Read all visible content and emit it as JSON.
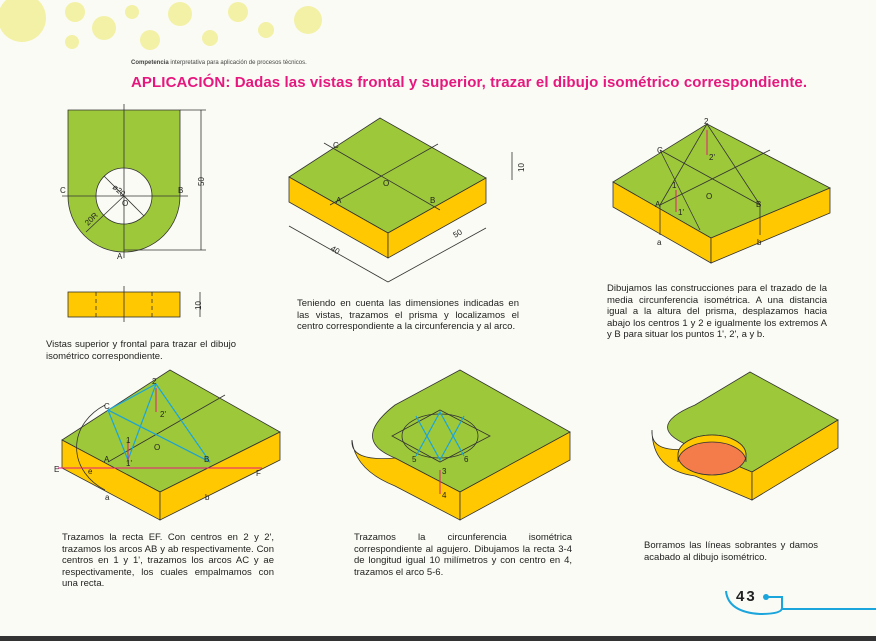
{
  "header": {
    "competencia_label": "Competencia",
    "competencia_text": "interpretativa para aplicación de procesos técnicos.",
    "title": "APLICACIÓN: Dadas las vistas frontal y superior, trazar el dibujo isométrico correspondiente."
  },
  "figures": {
    "fig1": {
      "labels": {
        "c": "C",
        "b": "B",
        "a": "A",
        "o": "O",
        "diam": "ø20",
        "radius": "20R",
        "dim_height": "50",
        "dim_front": "10"
      },
      "caption": "Vistas superior y frontal para trazar el dibujo isométrico correspondiente."
    },
    "fig2": {
      "labels": {
        "c": "C",
        "a": "A",
        "b": "B",
        "o": "O",
        "dim_40": "40",
        "dim_50": "50",
        "dim_10": "10"
      },
      "caption": "Teniendo en cuenta las dimensiones indicadas en las vistas, trazamos el prisma y localizamos el centro correspondiente a la circunferencia y al arco."
    },
    "fig3": {
      "labels": {
        "p2": "2",
        "p2p": "2'",
        "c": "C",
        "p1": "1",
        "p1p": "1'",
        "a": "A",
        "b": "B",
        "o": "O",
        "la": "a",
        "lb": "b"
      },
      "caption": "Dibujamos las construcciones para el trazado de la media circunferencia isométrica. A una distancia igual a la altura del prisma, desplazamos hacia abajo los centros 1 y 2 e igualmente los extremos A y B para situar los puntos 1', 2', a y b."
    },
    "fig4": {
      "labels": {
        "p2": "2",
        "p2p": "2'",
        "c": "C",
        "p1": "1",
        "p1p": "1'",
        "a": "A",
        "b": "B",
        "o": "O",
        "e": "E",
        "le": "e",
        "f": "F",
        "la": "a",
        "lb": "b"
      },
      "caption": "Trazamos la recta EF. Con centros en 2 y 2', trazamos los arcos AB y ab respectivamente. Con centros en 1 y 1', trazamos los arcos AC y ae respectivamente, los cuales empalmamos con una recta."
    },
    "fig5": {
      "labels": {
        "p5": "5",
        "p6": "6",
        "p3": "3",
        "p4": "4"
      },
      "caption": "Trazamos la circunferencia isométrica correspondiente al agujero. Dibujamos la recta 3-4 de longitud igual 10 milímetros y con centro en 4, trazamos el arco 5-6."
    },
    "fig6": {
      "caption": "Borramos las líneas sobrantes y damos acabado al dibujo isométrico."
    }
  },
  "footer": {
    "page_number": "43"
  },
  "colors": {
    "green": "#9dc83a",
    "yellow": "#ffc800",
    "magenta": "#e6177e",
    "orange": "#f47c4a",
    "cyan": "#1aa5dc",
    "circles": "#f3f1a6"
  }
}
